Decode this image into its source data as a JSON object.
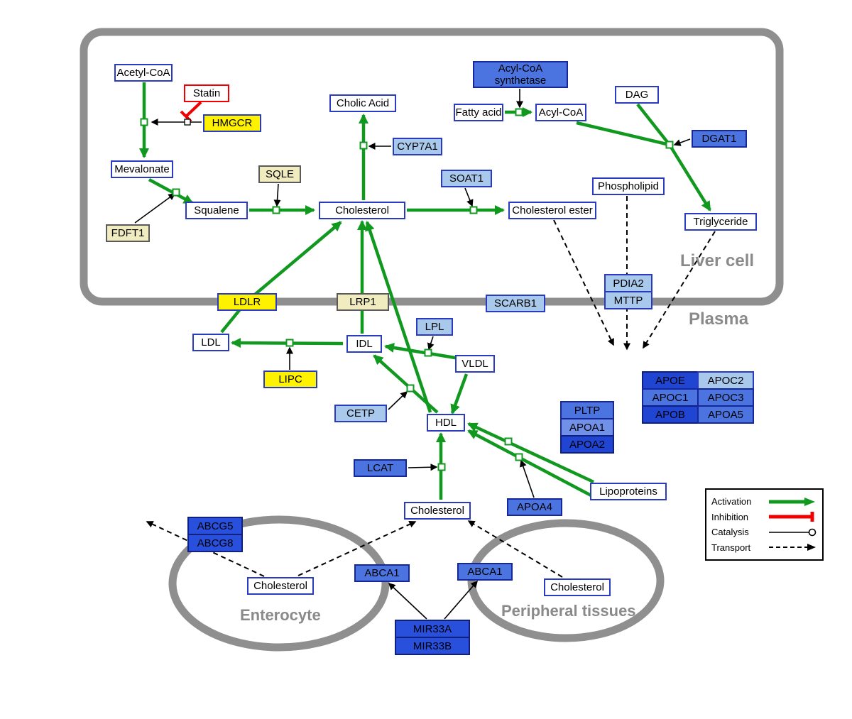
{
  "compartments": {
    "liver": "Liver cell",
    "plasma": "Plasma",
    "enterocyte": "Enterocyte",
    "peripheral": "Peripheral tissues"
  },
  "nodes": {
    "acetyl_coa": "Acetyl-CoA",
    "statin": "Statin",
    "hmgcr": "HMGCR",
    "mevalonate": "Mevalonate",
    "fdft1": "FDFT1",
    "sqle": "SQLE",
    "squalene": "Squalene",
    "cholesterol_liver": "Cholesterol",
    "cholic_acid": "Cholic Acid",
    "cyp7a1": "CYP7A1",
    "soat1": "SOAT1",
    "cholesterol_ester": "Cholesterol ester",
    "acyl_coa_synthetase": "Acyl-CoA synthetase",
    "fatty_acid": "Fatty acid",
    "acyl_coa": "Acyl-CoA",
    "dag": "DAG",
    "dgat1": "DGAT1",
    "phospholipid": "Phospholipid",
    "triglyceride": "Triglyceride",
    "pdia2": "PDIA2",
    "mttp": "MTTP",
    "ldlr": "LDLR",
    "lrp1": "LRP1",
    "scarb1": "SCARB1",
    "ldl": "LDL",
    "idl": "IDL",
    "lpl": "LPL",
    "vldl": "VLDL",
    "lipc": "LIPC",
    "cetp": "CETP",
    "hdl": "HDL",
    "pltp": "PLTP",
    "apoa1": "APOA1",
    "apoa2": "APOA2",
    "lcat": "LCAT",
    "apoa4": "APOA4",
    "lipoproteins": "Lipoproteins",
    "apoe": "APOE",
    "apoc2": "APOC2",
    "apoc1": "APOC1",
    "apoc3": "APOC3",
    "apob": "APOB",
    "apoa5": "APOA5",
    "cholesterol_plasma": "Cholesterol",
    "abcg5": "ABCG5",
    "abcg8": "ABCG8",
    "cholesterol_enterocyte": "Cholesterol",
    "abca1_left": "ABCA1",
    "abca1_right": "ABCA1",
    "cholesterol_peripheral": "Cholesterol",
    "mir33a": "MIR33A",
    "mir33b": "MIR33B"
  },
  "legend": {
    "activation": "Activation",
    "inhibition": "Inhibition",
    "catalysis": "Catalysis",
    "transport": "Transport"
  },
  "colors": {
    "activation_green": "#10981f",
    "inhibition_red": "#f00000",
    "membrane_gray": "#8f8f8f",
    "metabolite_border_blue": "#2a3bbf",
    "enzyme_yellow": "#fff200",
    "enzyme_pale_yellow": "#f1ecc0",
    "protein_light_blue": "#a9c9ec",
    "protein_mid_blue": "#4b74e0",
    "protein_dark_blue": "#2045d2"
  }
}
